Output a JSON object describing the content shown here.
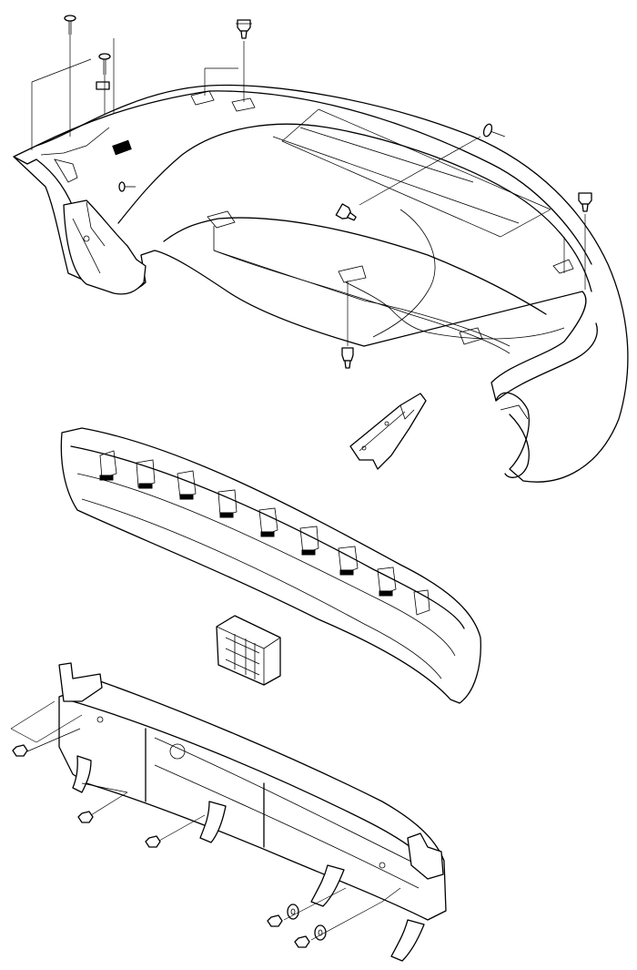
{
  "diagram": {
    "type": "exploded-parts-diagram",
    "line_color": "#000000",
    "background": "#ffffff",
    "parts": [
      "bumper-cover",
      "mud-flap",
      "side-bracket",
      "bumper-absorber",
      "bumper-reinforcement",
      "mounting-bracket",
      "clip-fastener",
      "screw",
      "nut",
      "washer"
    ],
    "text_labels": []
  }
}
